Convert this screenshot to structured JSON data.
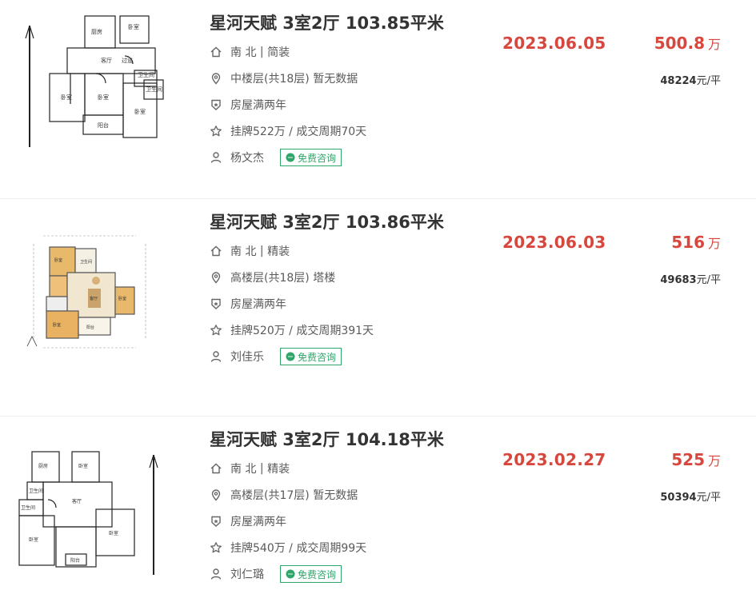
{
  "listings": [
    {
      "title": "星河天赋 3室2厅 103.85平米",
      "orientation": "南 北",
      "decoration": "简装",
      "floor": "中楼层(共18层) 暂无数据",
      "tag": "房屋满两年",
      "listing": "挂牌522万 / 成交周期70天",
      "agent": "杨文杰",
      "consult": "免费咨询",
      "date": "2023.06.05",
      "price": "500.8",
      "price_unit": "万",
      "unit_price_num": "48224",
      "unit_price_suffix": "元/平"
    },
    {
      "title": "星河天赋 3室2厅 103.86平米",
      "orientation": "南 北",
      "decoration": "精装",
      "floor": "高楼层(共18层) 塔楼",
      "tag": "房屋满两年",
      "listing": "挂牌520万 / 成交周期391天",
      "agent": "刘佳乐",
      "consult": "免费咨询",
      "date": "2023.06.03",
      "price": "516",
      "price_unit": "万",
      "unit_price_num": "49683",
      "unit_price_suffix": "元/平"
    },
    {
      "title": "星河天赋 3室2厅 104.18平米",
      "orientation": "南 北",
      "decoration": "精装",
      "floor": "高楼层(共17层) 暂无数据",
      "tag": "房屋满两年",
      "listing": "挂牌540万 / 成交周期99天",
      "agent": "刘仁璐",
      "consult": "免费咨询",
      "date": "2023.02.27",
      "price": "525",
      "price_unit": "万",
      "unit_price_num": "50394",
      "unit_price_suffix": "元/平"
    }
  ],
  "colors": {
    "accent_red": "#d8473d",
    "consult_green": "#2fa66a",
    "text": "#333333",
    "muted": "#5a5a5a"
  },
  "icons": [
    "home-icon",
    "location-pin-icon",
    "shield-badge-icon",
    "star-icon",
    "user-icon",
    "chat-bubble-icon"
  ],
  "floorplan_labels": {
    "bedroom": "卧室",
    "living": "客厅",
    "corridor": "过道",
    "bath": "卫生间",
    "balcony": "阳台",
    "kitchen": "厨房"
  }
}
